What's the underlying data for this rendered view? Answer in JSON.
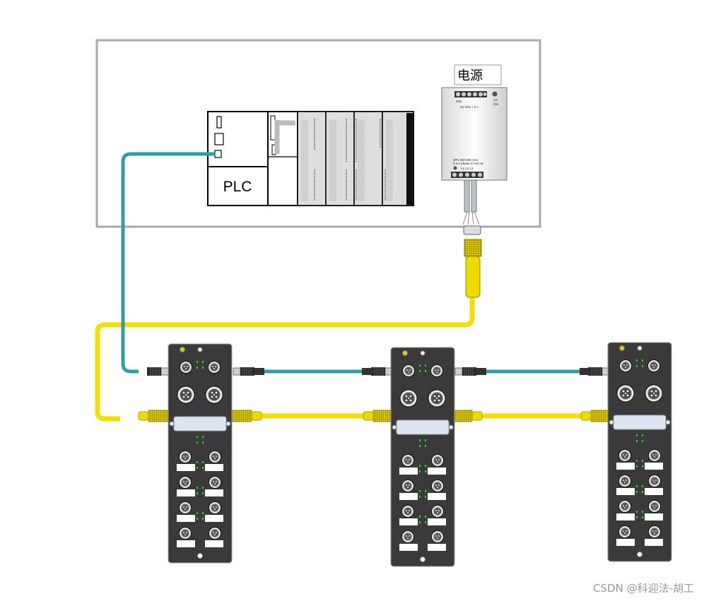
{
  "plc": {
    "label": "PLC"
  },
  "power_supply": {
    "label": "电源",
    "terminal_label": "Rdy",
    "output_rating": "24 VDC / 6 A",
    "input_rating": "3Ph 400-500 VAC",
    "input_detail": "0.4 A phase  47-63 Hz",
    "phase_labels": "L1  L2  L3",
    "indicator_1": "LO",
    "indicator_2": "ON"
  },
  "watermark": "CSDN @科迎法-胡工",
  "colors": {
    "ethernet_cable": "#2e9ea6",
    "power_cable": "#f2e000",
    "connector_yellow": "#e6d400",
    "module_body": "#3a3a3a",
    "cabinet_border": "#a9a9a9"
  },
  "modules": [
    {},
    {},
    {}
  ]
}
